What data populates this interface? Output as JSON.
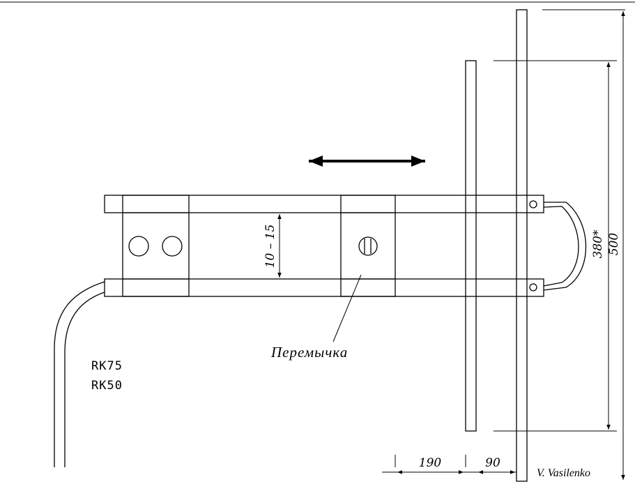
{
  "labels": {
    "jumper": "Перемычка",
    "cable_1": "RK75",
    "cable_2": "RK50",
    "signature": "V. Vasilenko"
  },
  "dimensions": {
    "gap": "10 – 15",
    "loop_length": "380*",
    "dipole_length": "500",
    "spacing_reflector": "190",
    "spacing_boom": "90"
  }
}
